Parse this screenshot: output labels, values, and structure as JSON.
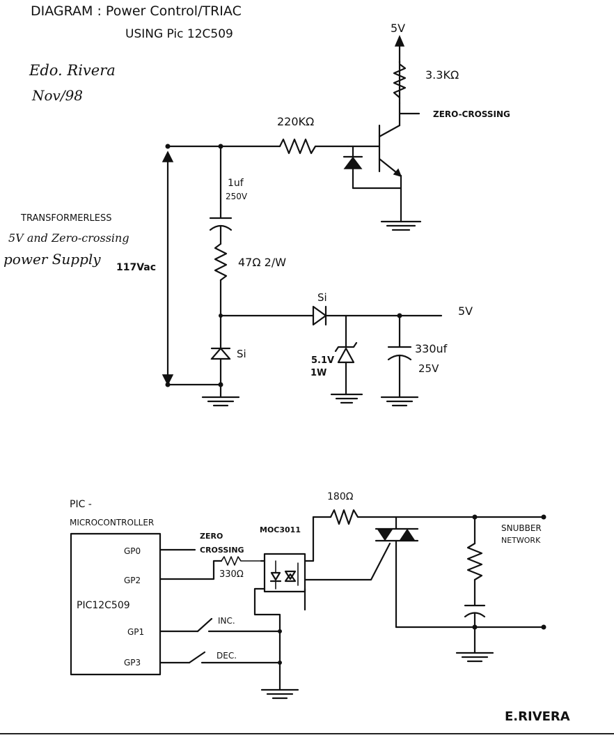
{
  "header": {
    "title_line1": "DIAGRAM : Power Control/TRIAC",
    "title_line2": "USING Pic 12C509",
    "author": "Edo. Rivera",
    "date": "Nov/98"
  },
  "supply": {
    "caption_line1": "TRANSFORMERLESS",
    "caption_line2": "5V and Zero-crossing",
    "caption_line3": "power Supply",
    "mains_label": "117Vac",
    "r_pullup": "3.3KΩ",
    "vcc_top": "5V",
    "zero_crossing_label": "ZERO-CROSSING",
    "r_base": "220KΩ",
    "cap_value": "1uf",
    "cap_voltage": "250V",
    "r_series": "47Ω  2/W",
    "diode_si_label": "Si",
    "diode_si_bottom_label": "Si",
    "zener_voltage": "5.1V",
    "zener_power": "1W",
    "cap_filter_value": "330uf",
    "cap_filter_voltage": "25V",
    "vout_label": "5V"
  },
  "control": {
    "mcu_label_line1": "PIC -",
    "mcu_label_line2": "MICROCONTROLLER",
    "chip_name": "PIC12C509",
    "pins": [
      "GP0",
      "GP2",
      "GP1",
      "GP3"
    ],
    "zero_label_line1": "ZERO",
    "zero_label_line2": "CROSSING",
    "r_gate": "330Ω",
    "opto_label": "MOC3011",
    "r_opto": "180Ω",
    "snubber_line1": "SNUBBER",
    "snubber_line2": "NETWORK",
    "switch_inc": "INC.",
    "switch_dec": "DEC."
  },
  "signature": "E.RIVERA"
}
